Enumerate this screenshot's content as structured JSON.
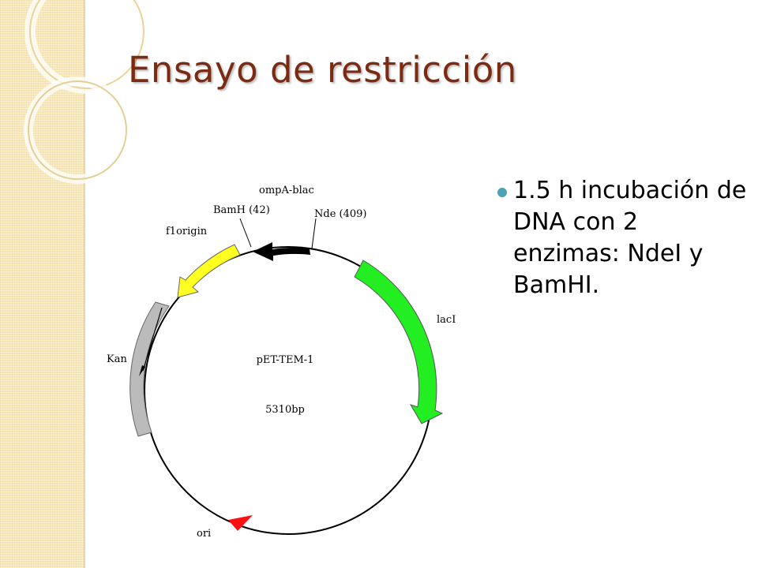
{
  "slide": {
    "title": "Ensayo de restricción",
    "bullets": [
      {
        "text": "1.5 h incubación de DNA con 2 enzimas: NdeI y BamHI."
      }
    ],
    "colors": {
      "title": "#7a2b12",
      "bullet": "#4ba3b5",
      "side_band": "#f7e7b9"
    }
  },
  "plasmid_map": {
    "name": "pET-TEM-1",
    "size": "5310bp",
    "labels": {
      "ompa": "ompA-blac",
      "bamh": "BamH (42)",
      "nde": "Nde (409)",
      "f1": "f1origin",
      "laci": "lacI",
      "kan": "Kan",
      "ori": "ori"
    },
    "features": [
      {
        "name": "ompA-blac",
        "color": "#000000"
      },
      {
        "name": "lacI",
        "color": "#22ee22"
      },
      {
        "name": "f1origin",
        "color": "#ffff22"
      },
      {
        "name": "Kan",
        "color": "#bbbbbb"
      },
      {
        "name": "ori",
        "color": "#ff1010"
      }
    ]
  }
}
